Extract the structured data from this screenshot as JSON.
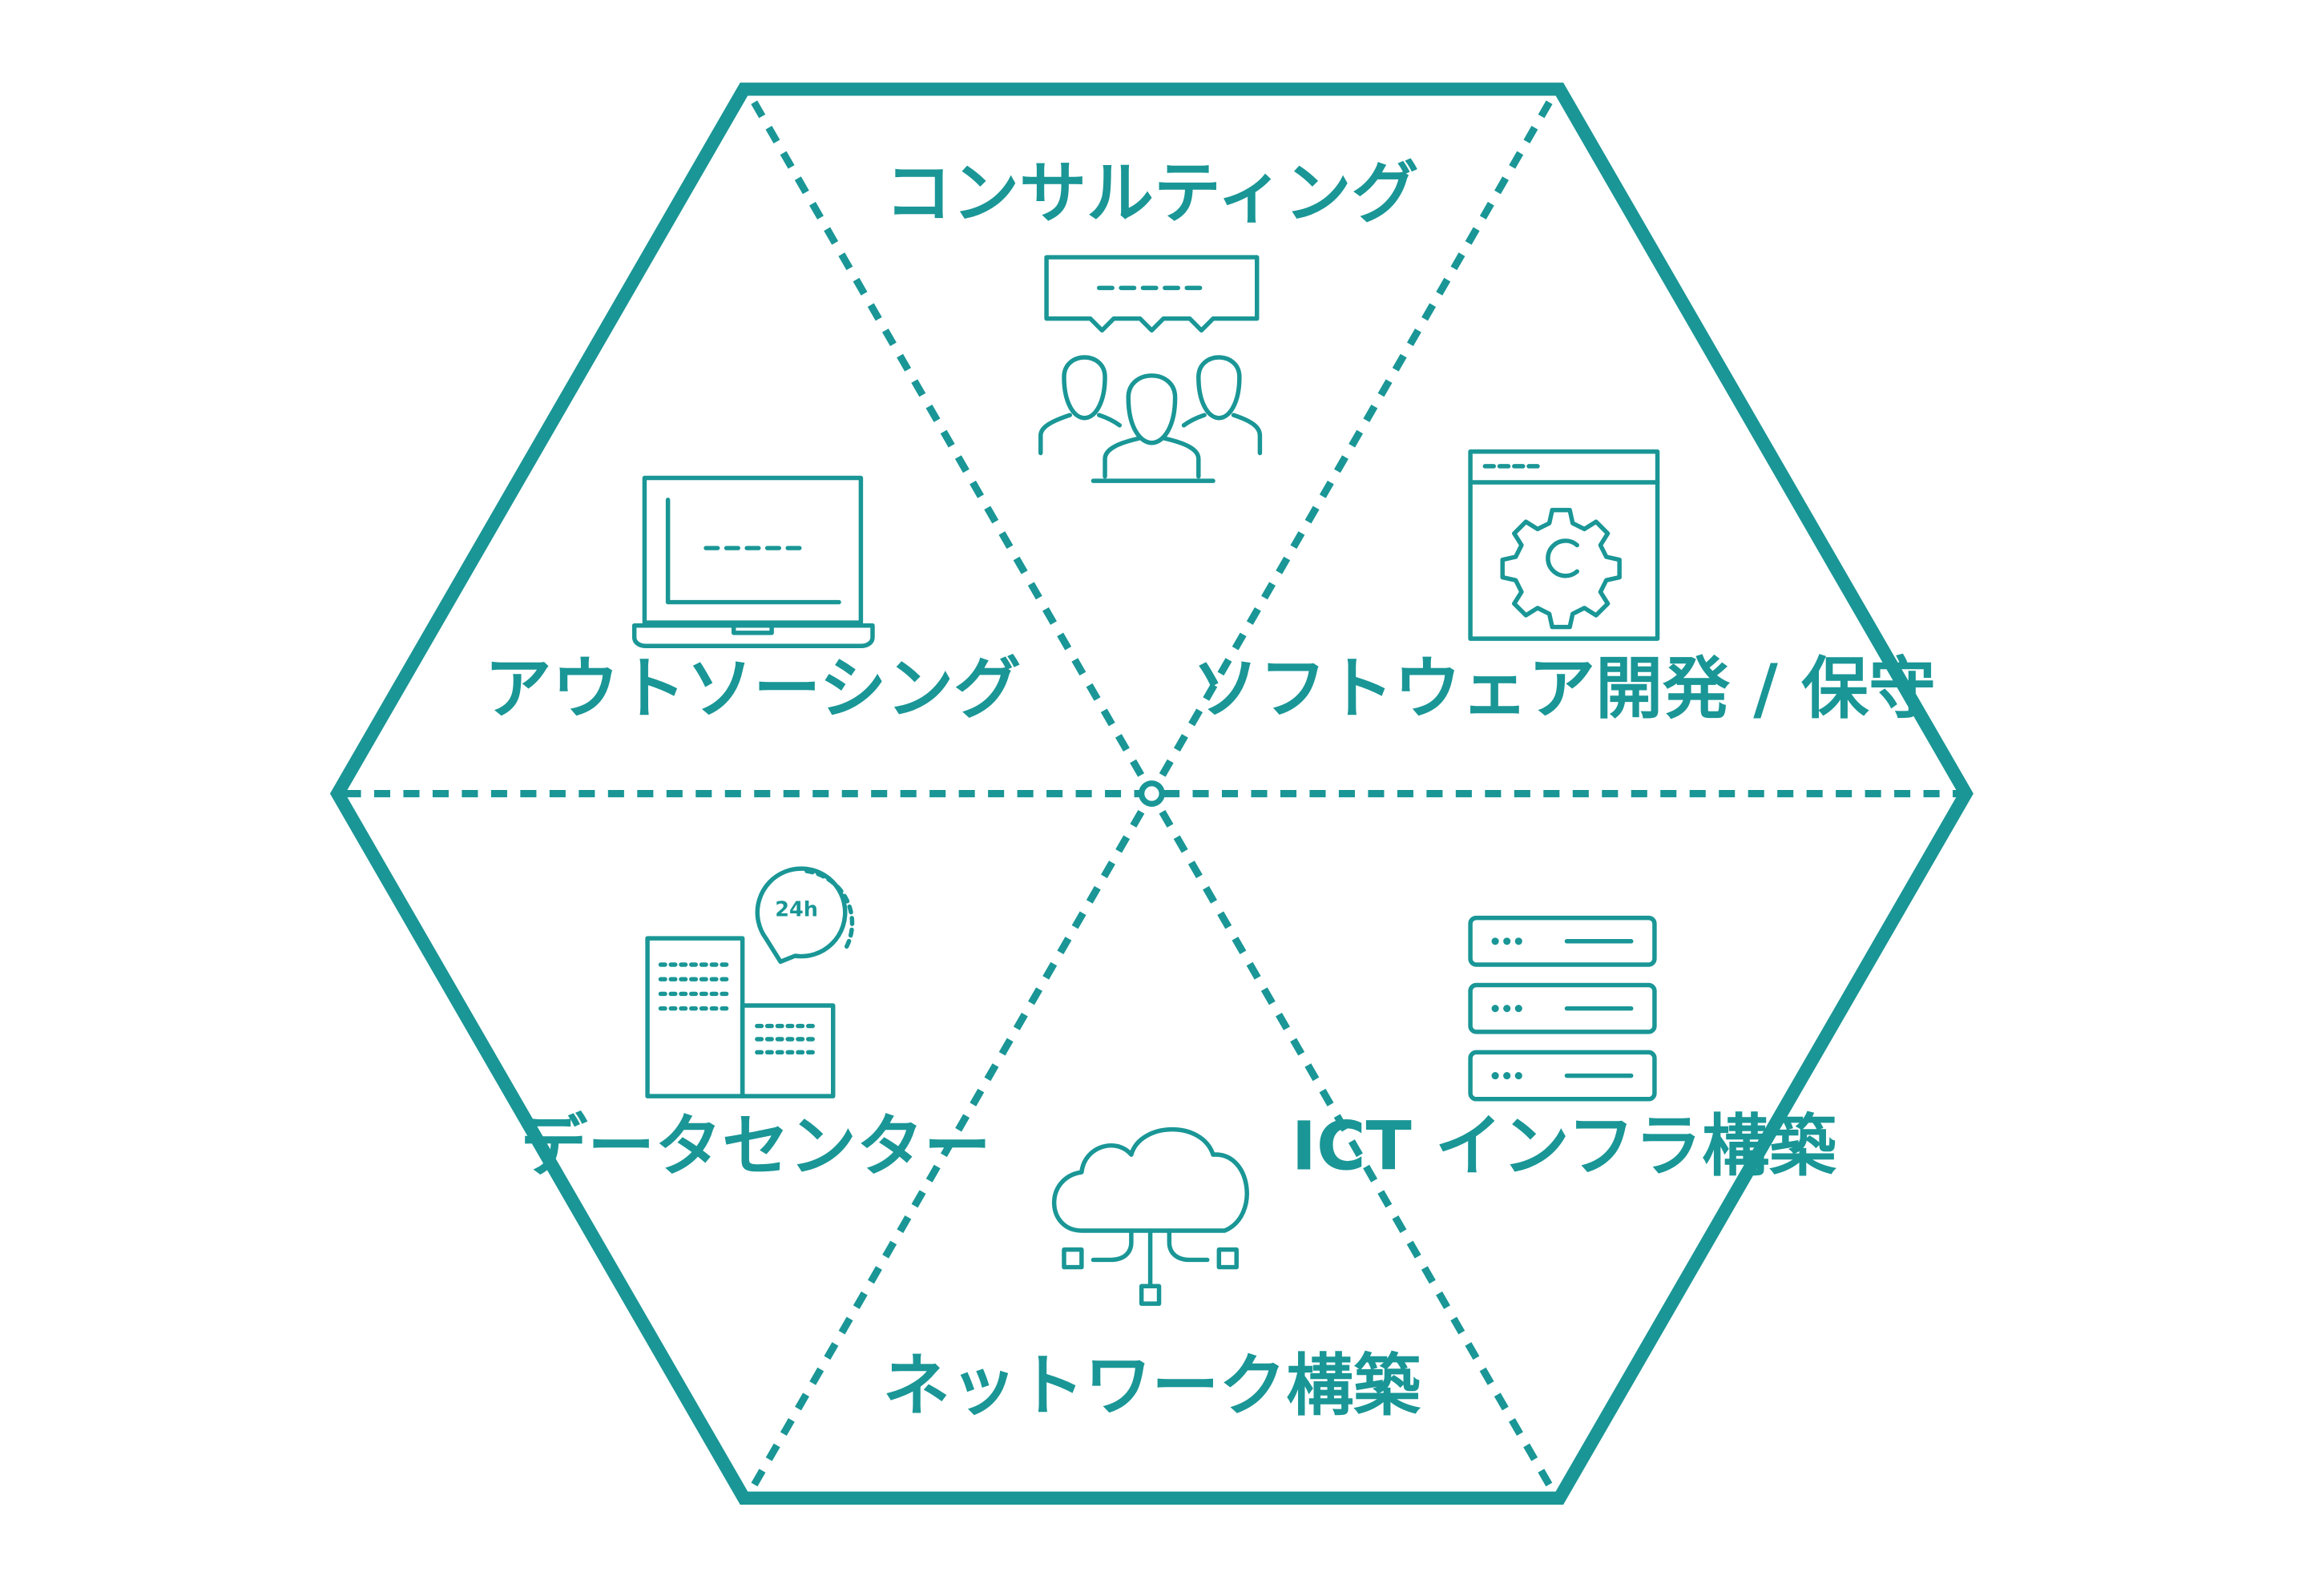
{
  "theme": {
    "accent": "#1a9696",
    "background": "#ffffff"
  },
  "segments": [
    {
      "id": "consulting",
      "label": "コンサルティング",
      "icon": "consulting-meeting-icon"
    },
    {
      "id": "software",
      "label": "ソフトウェア開発 / 保守",
      "icon": "software-gear-window-icon"
    },
    {
      "id": "ict",
      "label": "ICT インフラ構築",
      "icon": "server-rack-icon"
    },
    {
      "id": "network",
      "label": "ネットワーク構築",
      "icon": "cloud-network-icon"
    },
    {
      "id": "datacenter",
      "label": "データセンター",
      "icon": "datacenter-24h-icon"
    },
    {
      "id": "outsourcing",
      "label": "アウトソーシング",
      "icon": "laptop-icon"
    }
  ],
  "datacenter_badge": "24h"
}
